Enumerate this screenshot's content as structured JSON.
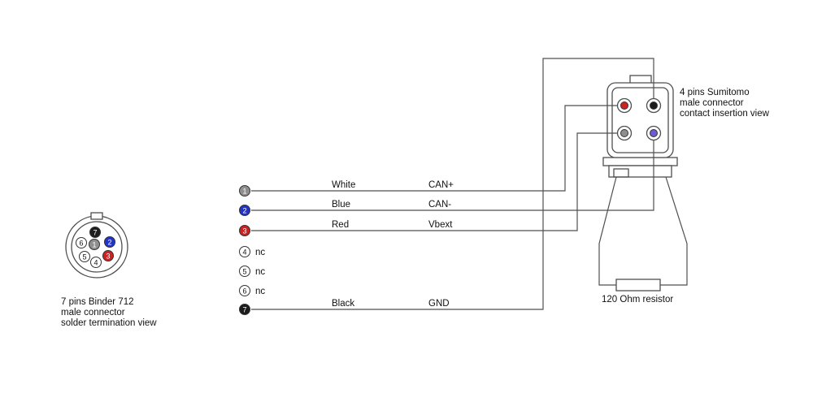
{
  "colors": {
    "gray": "#8f8f8f",
    "blue": "#2233cc",
    "red": "#cc2222",
    "black": "#1c1c1c",
    "purple": "#6f5bd0",
    "white_fill": "#ffffff"
  },
  "left_connector": {
    "caption": [
      "7 pins Binder 712",
      "male connector",
      "solder termination view"
    ],
    "pins": [
      {
        "n": "1",
        "style": "filled",
        "color_key": "gray"
      },
      {
        "n": "2",
        "style": "filled",
        "color_key": "blue"
      },
      {
        "n": "3",
        "style": "filled",
        "color_key": "red"
      },
      {
        "n": "4",
        "style": "outline"
      },
      {
        "n": "5",
        "style": "outline"
      },
      {
        "n": "6",
        "style": "outline"
      },
      {
        "n": "7",
        "style": "filled",
        "color_key": "black"
      }
    ]
  },
  "wires": [
    {
      "pin": "1",
      "wire_color": "White",
      "signal": "CAN+"
    },
    {
      "pin": "2",
      "wire_color": "Blue",
      "signal": "CAN-"
    },
    {
      "pin": "3",
      "wire_color": "Red",
      "signal": "Vbext"
    },
    {
      "pin": "4",
      "status": "nc"
    },
    {
      "pin": "5",
      "status": "nc"
    },
    {
      "pin": "6",
      "status": "nc"
    },
    {
      "pin": "7",
      "wire_color": "Black",
      "signal": "GND"
    }
  ],
  "right_connector": {
    "caption": [
      "4 pins Sumitomo",
      "male connector",
      "contact insertion view"
    ],
    "contacts": [
      {
        "pos": "top-left",
        "color_key": "red"
      },
      {
        "pos": "top-right",
        "color_key": "black"
      },
      {
        "pos": "bottom-left",
        "color_key": "gray"
      },
      {
        "pos": "bottom-right",
        "color_key": "purple"
      }
    ]
  },
  "resistor": {
    "label": "120 Ohm resistor"
  }
}
